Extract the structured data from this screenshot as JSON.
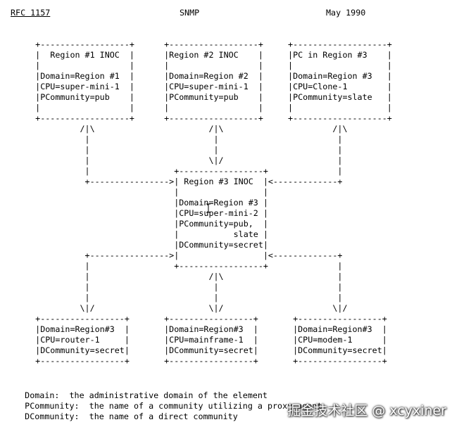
{
  "header": {
    "rfc": "RFC 1157",
    "protocol": "SNMP",
    "date": "May 1990"
  },
  "figure_lines": [
    "",
    "     +------------------+      +------------------+     +-------------------+",
    "     |  Region #1 INOC  |      |Region #2 INOC    |     |PC in Region #3    |",
    "     |                  |      |                  |     |                   |",
    "     |Domain=Region #1  |      |Domain=Region #2  |     |Domain=Region #3   |",
    "     |CPU=super-mini-1  |      |CPU=super-mini-1  |     |CPU=Clone-1        |",
    "     |PCommunity=pub    |      |PCommunity=pub    |     |PCommunity=slate   |",
    "     |                  |      |                  |     |                   |",
    "     +------------------+      +------------------+     +-------------------+",
    "              /|\\                       /|\\                      /|\\",
    "               |                         |                        |",
    "               |                         |                        |",
    "               |                        \\|/                       |",
    "               |                 +-----------------+              |",
    "               +---------------->| Region #3 INOC  |<-------------+",
    "                                 |                 |",
    "                                 |Domain=Region #3 |",
    "                                 |CPU=super-mini-2 |",
    "                                 |PCommunity=pub,  |",
    "                                 |           slate |",
    "                                 |DCommunity=secret|",
    "               +---------------->|                 |<-------------+",
    "               |                 +-----------------+              |",
    "               |                        /|\\                       |",
    "               |                         |                        |",
    "               |                         |                        |",
    "              \\|/                       \\|/                      \\|/",
    "     +-----------------+       +-----------------+       +-----------------+",
    "     |Domain=Region#3  |       |Domain=Region#3  |       |Domain=Region#3  |",
    "     |CPU=router-1     |       |CPU=mainframe-1  |       |CPU=modem-1      |",
    "     |DCommunity=secret|       |DCommunity=secret|       |DCommunity=secret|",
    "     +-----------------+       +-----------------+       +-----------------+"
  ],
  "legend_lines": [
    "     Domain:  the administrative domain of the element",
    "     PCommunity:  the name of a community utilizing a proxy agent",
    "     DCommunity:  the name of a direct community"
  ],
  "watermark": "掘金技术社区 @ xcyxiner"
}
